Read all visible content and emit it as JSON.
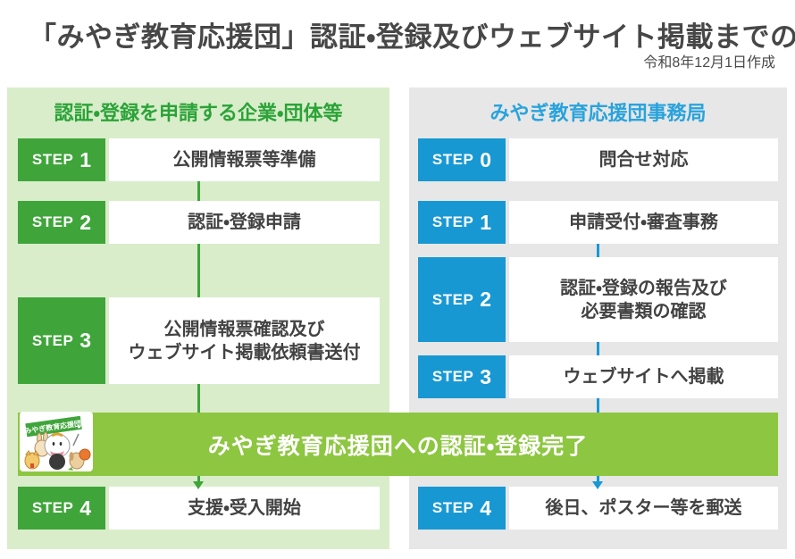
{
  "header": {
    "title": "「みやぎ教育応援団」認証・登録及びウェブサイト掲載までの流れ",
    "date_note": "令和8年12月1日作成"
  },
  "left_column": {
    "title": "認証・登録を申請する企業・団体等",
    "steps": [
      {
        "label_word": "STEP",
        "label_num": "1",
        "text": "公開情報票等準備"
      },
      {
        "label_word": "STEP",
        "label_num": "2",
        "text": "認証・登録申請"
      },
      {
        "label_word": "STEP",
        "label_num": "3",
        "text": "公開情報票確認及び\nウェブサイト掲載依頼書送付"
      },
      {
        "label_word": "STEP",
        "label_num": "4",
        "text": "支援・受入開始"
      }
    ]
  },
  "right_column": {
    "title": "みやぎ教育応援団事務局",
    "steps": [
      {
        "label_word": "STEP",
        "label_num": "0",
        "text": "問合せ対応"
      },
      {
        "label_word": "STEP",
        "label_num": "1",
        "text": "申請受付・審査事務"
      },
      {
        "label_word": "STEP",
        "label_num": "2",
        "text": "認証・登録の報告及び\n必要書類の確認"
      },
      {
        "label_word": "STEP",
        "label_num": "3",
        "text": "ウェブサイトへ掲載"
      },
      {
        "label_word": "STEP",
        "label_num": "4",
        "text": "後日、ポスター等を郵送"
      }
    ]
  },
  "banner": {
    "text": "みやぎ教育応援団への認証・登録完了",
    "logo_flag_text": "みやぎ教育応援団"
  },
  "colors": {
    "left_accent_green": "#3fa53a",
    "left_panel_bg": "#d9edca",
    "left_title_green": "#2ba338",
    "right_accent_blue": "#1898d3",
    "right_panel_bg": "#e7e7e7",
    "right_title_blue": "#29a3dc",
    "banner_green": "#8dc640",
    "step_text_gray": "#424242",
    "title_gray": "#474747"
  }
}
